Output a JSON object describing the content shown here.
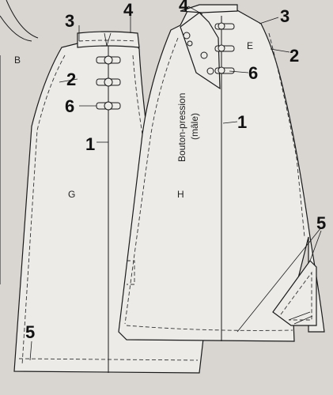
{
  "labels": {
    "piece_b": "B",
    "piece_g": "G",
    "piece_h": "H",
    "snap": "Bouton-pression",
    "snap_sub": "(mâle)",
    "mark_e": "E"
  },
  "callouts": {
    "one": "1",
    "two": "2",
    "three": "3",
    "four": "4",
    "five": "5",
    "six": "6"
  }
}
